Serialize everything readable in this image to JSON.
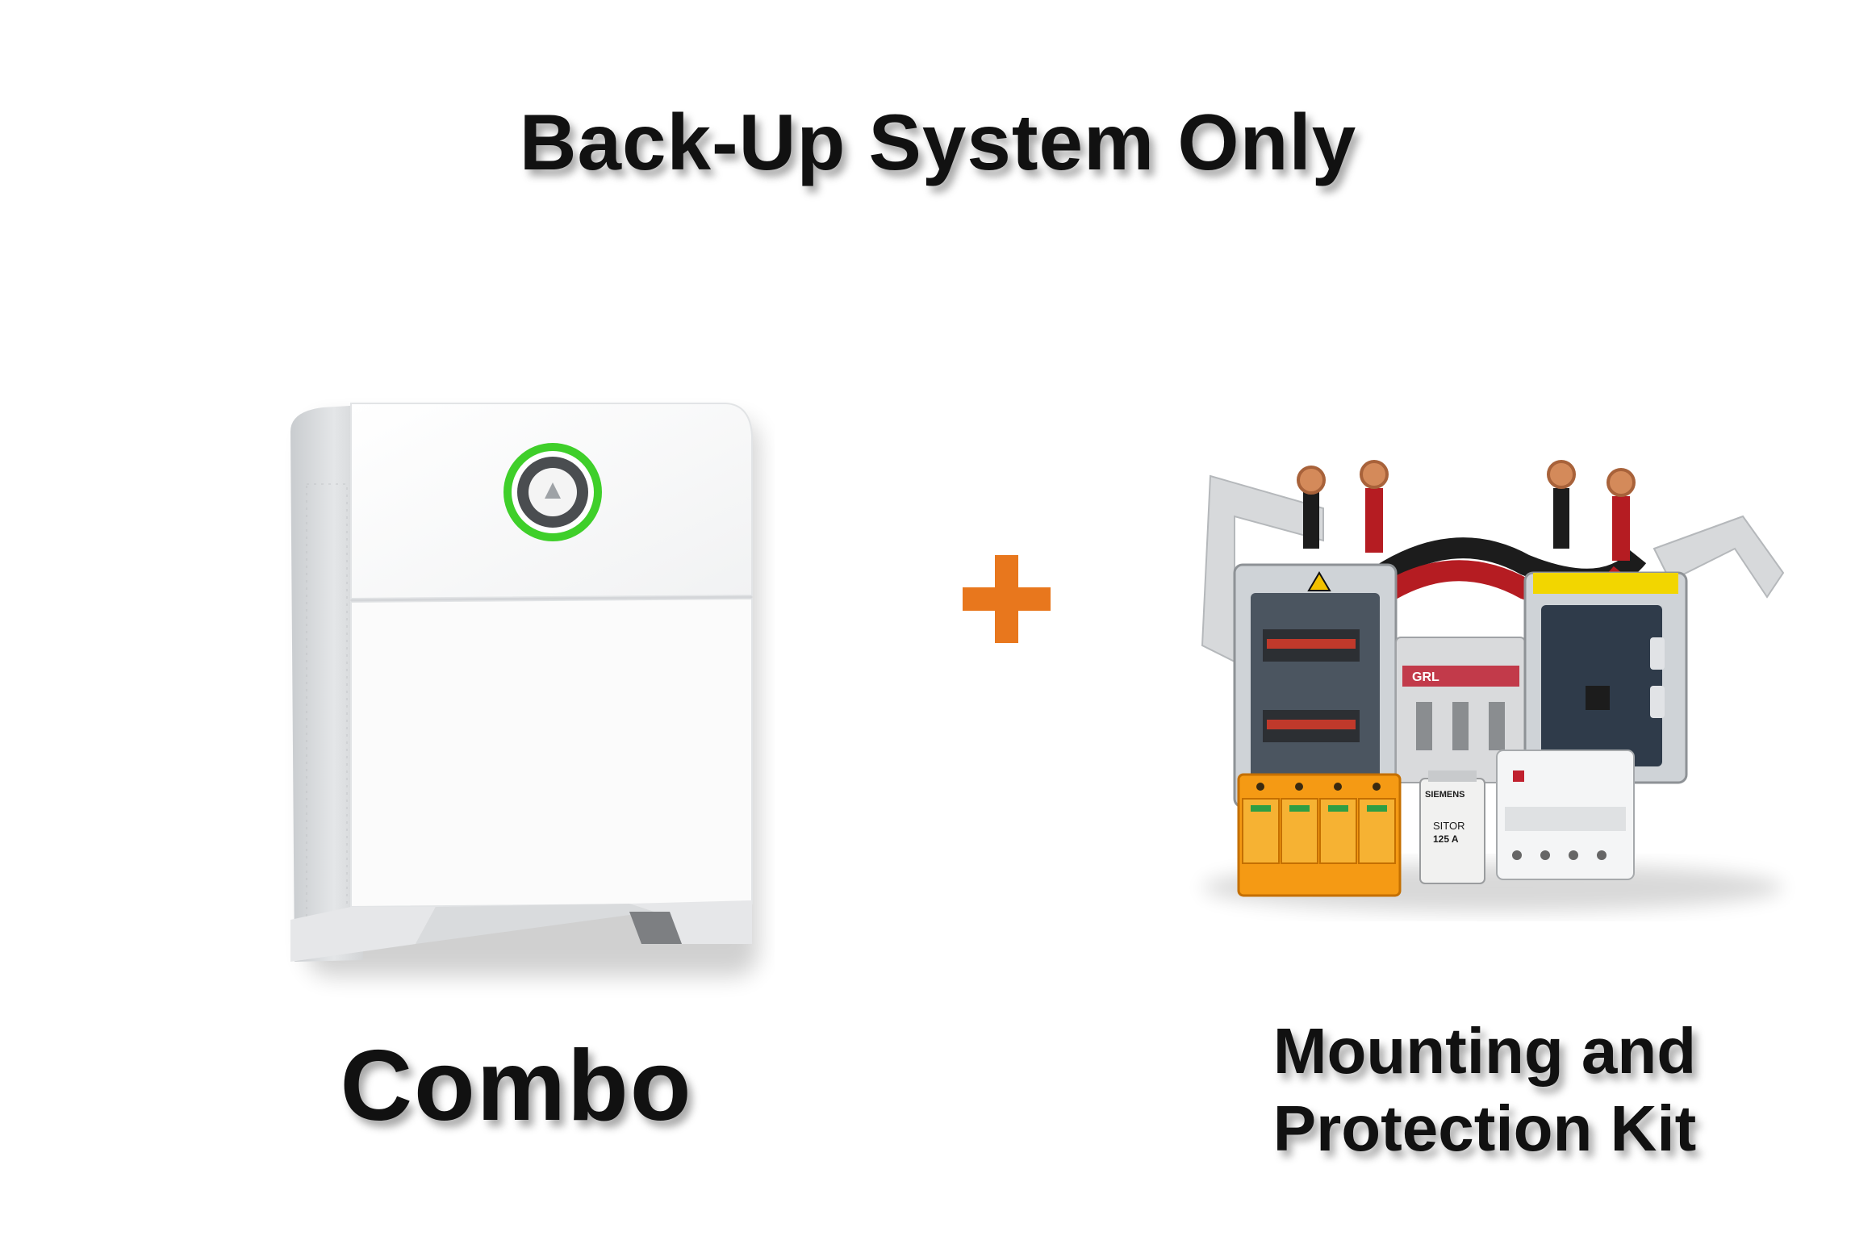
{
  "title": "Back-Up System Only",
  "left_product": {
    "caption": "Combo",
    "icon": "battery-inverter-combo-unit",
    "ring_color": "#3fcf2a"
  },
  "operator": {
    "icon": "plus-icon",
    "color": "#e8771d"
  },
  "right_product": {
    "caption_line1": "Mounting and",
    "caption_line2": "Protection Kit",
    "icon": "mounting-protection-kit",
    "label_brand_1": "SIEMENS",
    "label_fuse": "SITOR",
    "label_rating": "125 A"
  }
}
